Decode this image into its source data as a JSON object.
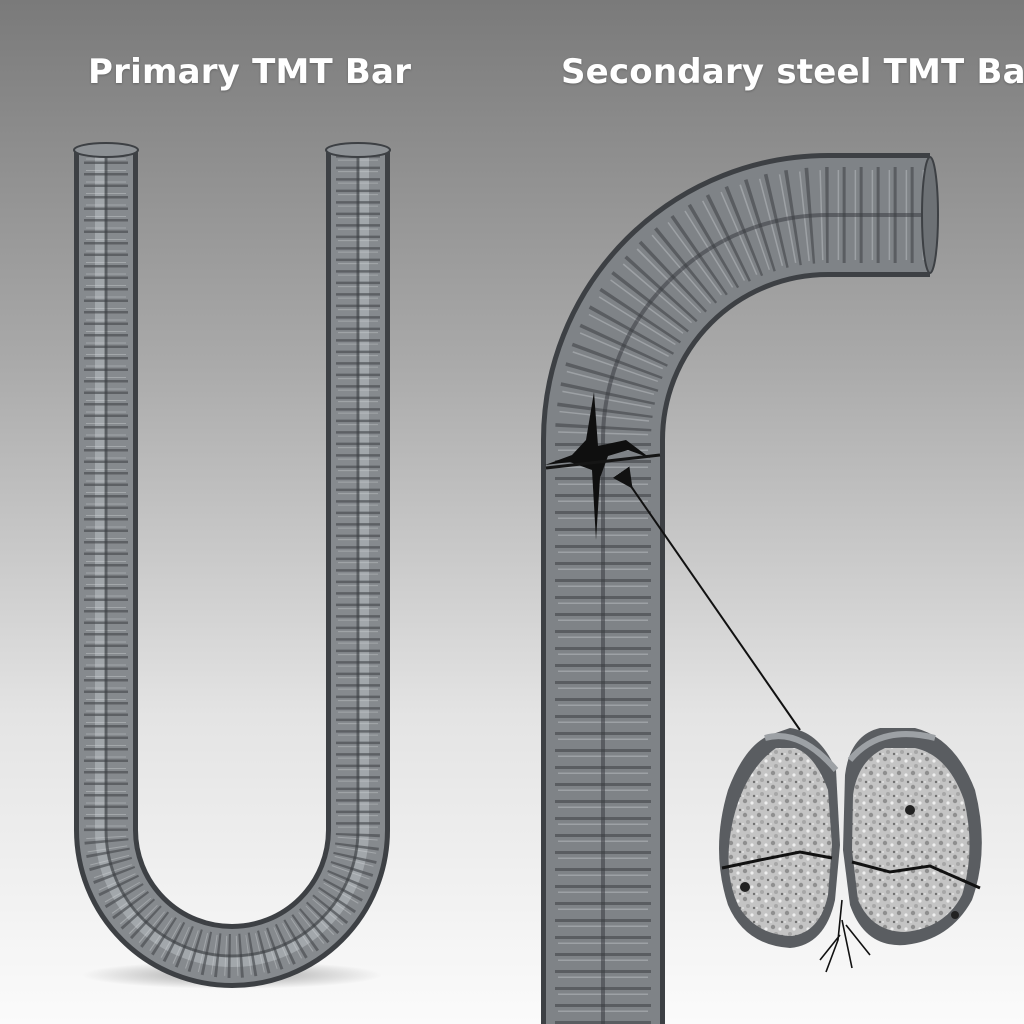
{
  "titles": {
    "left": "Primary TMT Bar",
    "right": "Secondary steel TMT Bar"
  },
  "colors": {
    "background_top": "#7c7c7c",
    "background_bottom": "#fbfbfb",
    "steel_dark": "#4a4d51",
    "steel_mid": "#7d8185",
    "steel_light": "#b4b8bc",
    "crack": "#111111",
    "concrete_core": "#c9c9c9"
  },
  "illustrations": {
    "left": "u-shaped-bar-intact",
    "right": "hook-bar-cracked",
    "detail": "fractured-cross-section"
  }
}
